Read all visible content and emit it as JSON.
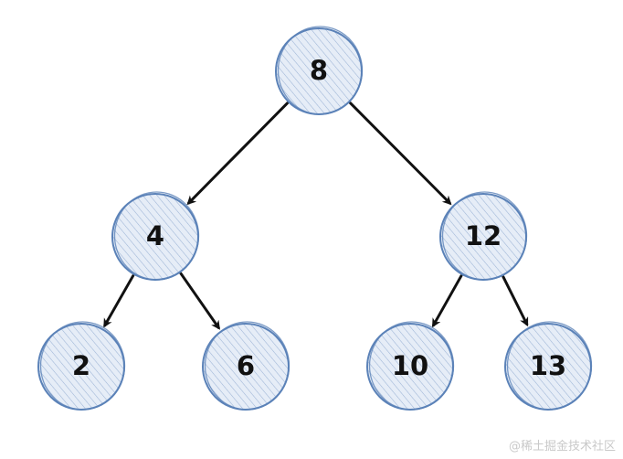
{
  "tree": {
    "nodes": [
      {
        "id": "n8",
        "label": "8"
      },
      {
        "id": "n4",
        "label": "4"
      },
      {
        "id": "n12",
        "label": "12"
      },
      {
        "id": "n2",
        "label": "2"
      },
      {
        "id": "n6",
        "label": "6"
      },
      {
        "id": "n10",
        "label": "10"
      },
      {
        "id": "n13",
        "label": "13"
      }
    ],
    "edges": [
      {
        "from": "n8",
        "to": "n4"
      },
      {
        "from": "n8",
        "to": "n12"
      },
      {
        "from": "n4",
        "to": "n2"
      },
      {
        "from": "n4",
        "to": "n6"
      },
      {
        "from": "n12",
        "to": "n10"
      },
      {
        "from": "n12",
        "to": "n13"
      }
    ]
  },
  "colors": {
    "node_fill": "#dde6f2",
    "node_stroke": "#5b82b8",
    "hatch": "#9db4d6",
    "edge": "#111111"
  },
  "watermark": "@稀土掘金技术社区"
}
